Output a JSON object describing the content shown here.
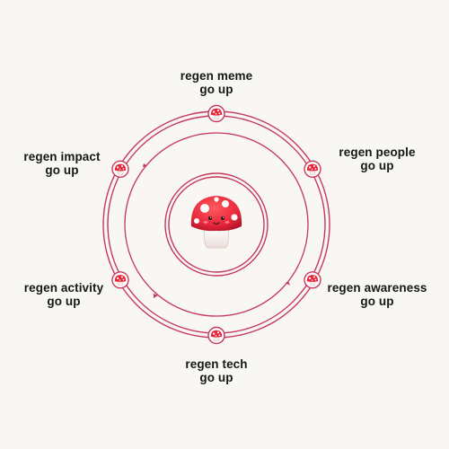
{
  "colors": {
    "background": "#f9f7f4",
    "ring": "#c5385e",
    "mushroom_cap": "#e8263a",
    "mushroom_spots": "#ffffff",
    "mushroom_stem": "#f3e9e6",
    "text": "#161616"
  },
  "center": {
    "icon": "mushroom-icon"
  },
  "nodes": [
    {
      "line1": "regen meme",
      "line2": "go up",
      "icon": "mushroom-icon"
    },
    {
      "line1": "regen people",
      "line2": "go up",
      "icon": "mushroom-icon"
    },
    {
      "line1": "regen awareness",
      "line2": "go up",
      "icon": "mushroom-icon"
    },
    {
      "line1": "regen tech",
      "line2": "go up",
      "icon": "mushroom-icon"
    },
    {
      "line1": "regen activity",
      "line2": "go up",
      "icon": "mushroom-icon"
    },
    {
      "line1": "regen impact",
      "line2": "go up",
      "icon": "mushroom-icon"
    }
  ]
}
